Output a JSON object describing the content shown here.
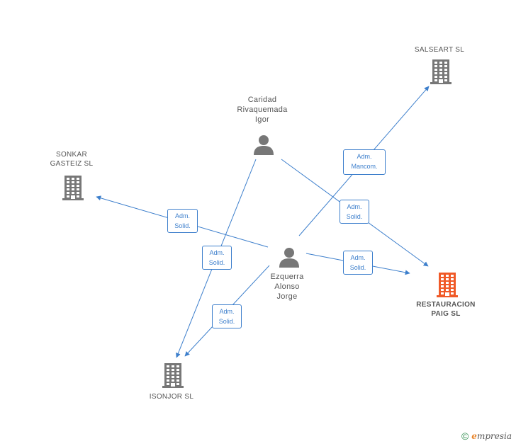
{
  "nodes": [
    {
      "id": "salseart",
      "type": "company",
      "label": "SALSEART  SL",
      "highlight": false
    },
    {
      "id": "sonkar",
      "type": "company",
      "label": "SONKAR\nGASTEIZ  SL",
      "highlight": false
    },
    {
      "id": "restauracion",
      "type": "company",
      "label": "RESTAURACION\nPAIG  SL",
      "highlight": true
    },
    {
      "id": "isonjor",
      "type": "company",
      "label": "ISONJOR  SL",
      "highlight": false
    },
    {
      "id": "caridad",
      "type": "person",
      "label": "Caridad\nRivaquemada\nIgor",
      "highlight": false
    },
    {
      "id": "ezquerra",
      "type": "person",
      "label": "Ezquerra\nAlonso\nJorge",
      "highlight": false
    }
  ],
  "edges": [
    {
      "from": "ezquerra",
      "to": "salseart",
      "label": "Adm.\nMancom."
    },
    {
      "from": "caridad",
      "to": "restauracion",
      "label": "Adm.\nSolid."
    },
    {
      "from": "ezquerra",
      "to": "restauracion",
      "label": "Adm.\nSolid."
    },
    {
      "from": "ezquerra",
      "to": "sonkar",
      "label": "Adm.\nSolid."
    },
    {
      "from": "caridad",
      "to": "isonjor",
      "label": "Adm.\nSolid."
    },
    {
      "from": "ezquerra",
      "to": "isonjor",
      "label": "Adm.\nSolid."
    }
  ],
  "colors": {
    "edge": "#3d7fcc",
    "icon": "#777777",
    "highlight_icon": "#f05a28"
  },
  "icons": {
    "company": "building-icon",
    "person": "person-icon"
  },
  "footer": {
    "copyright": "©",
    "brand_first": "e",
    "brand_rest": "mpresia"
  }
}
